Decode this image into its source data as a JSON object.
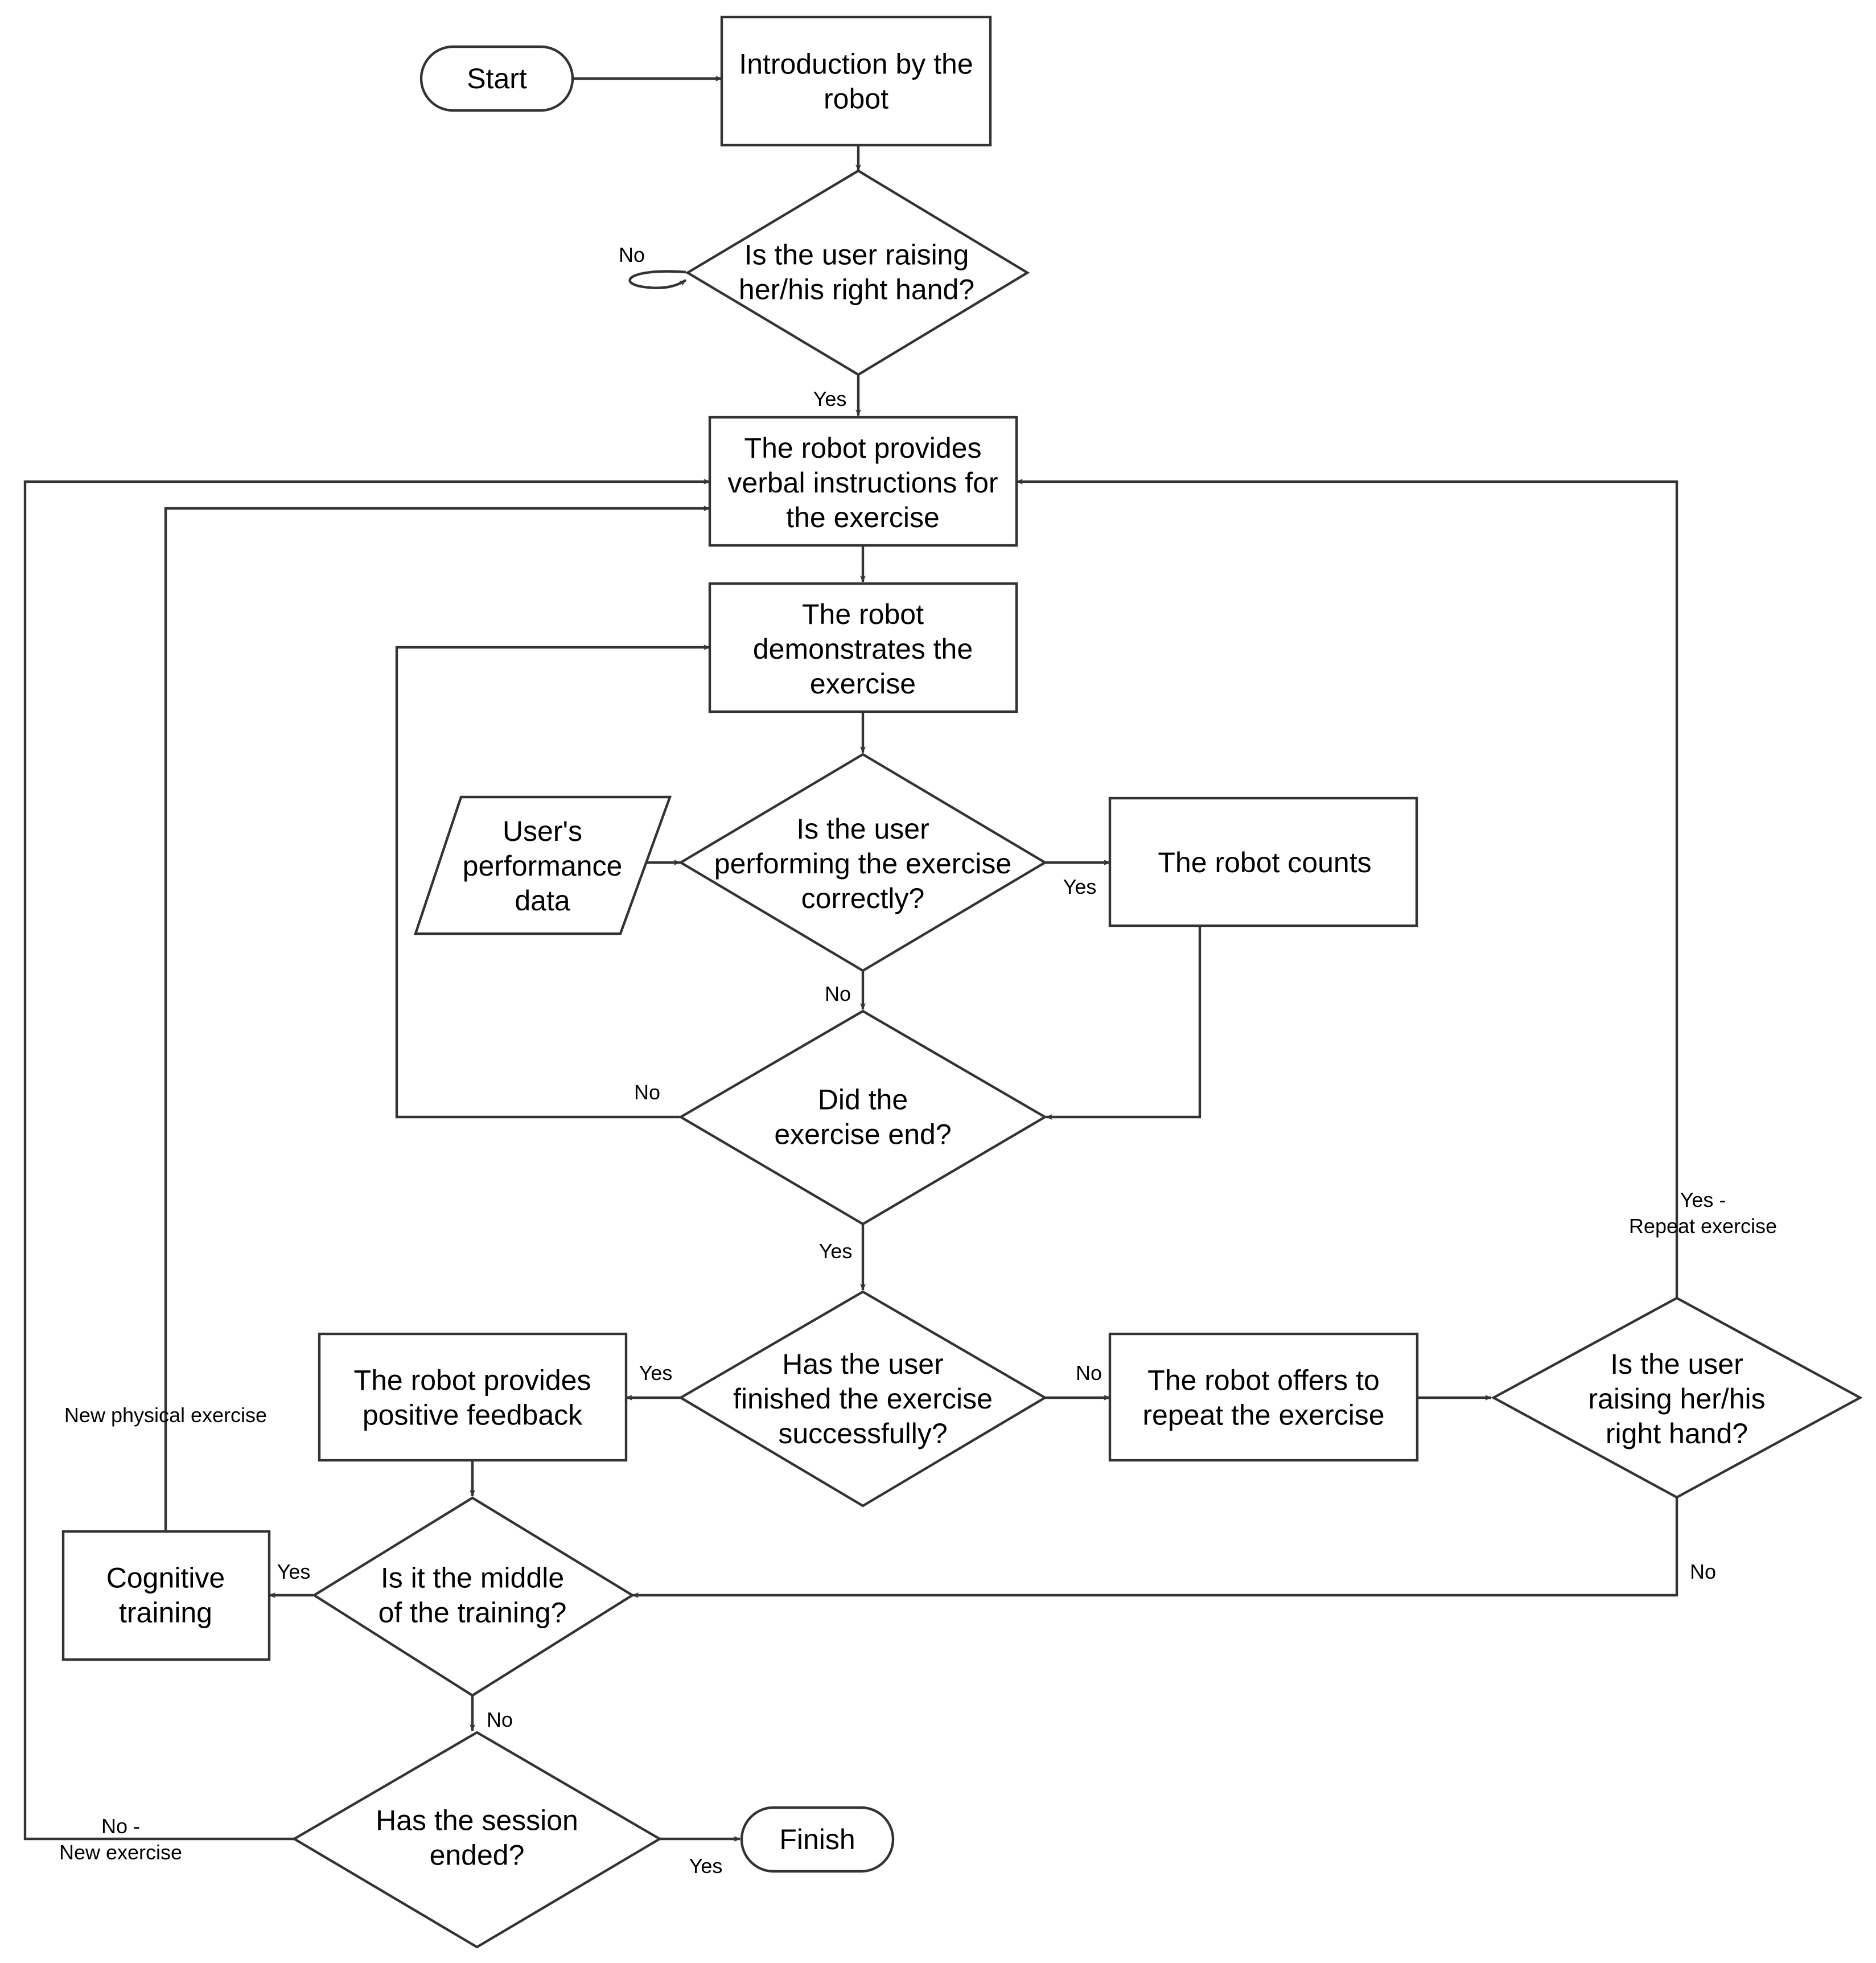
{
  "nodes": {
    "start": {
      "lines": [
        "Start"
      ]
    },
    "intro": {
      "lines": [
        "Introduction by the",
        "robot"
      ]
    },
    "raise1": {
      "lines": [
        "Is the user raising",
        "her/his right hand?"
      ]
    },
    "verbal": {
      "lines": [
        "The robot provides",
        "verbal instructions for",
        "the exercise"
      ]
    },
    "demo": {
      "lines": [
        "The robot",
        "demonstrates the",
        "exercise"
      ]
    },
    "perf_data": {
      "lines": [
        "User's",
        "performance",
        "data"
      ]
    },
    "correct": {
      "lines": [
        "Is the user",
        "performing the exercise",
        "correctly?"
      ]
    },
    "counts": {
      "lines": [
        "The robot counts"
      ]
    },
    "ended": {
      "lines": [
        "Did the",
        "exercise end?"
      ]
    },
    "finished": {
      "lines": [
        "Has the user",
        "finished the exercise",
        "successfully?"
      ]
    },
    "positive": {
      "lines": [
        "The robot provides",
        "positive feedback"
      ]
    },
    "offer": {
      "lines": [
        "The robot offers to",
        "repeat the exercise"
      ]
    },
    "raise2": {
      "lines": [
        "Is the user",
        "raising her/his",
        "right hand?"
      ]
    },
    "middle": {
      "lines": [
        "Is it the middle",
        "of the training?"
      ]
    },
    "cognitive": {
      "lines": [
        "Cognitive",
        "training"
      ]
    },
    "session": {
      "lines": [
        "Has the session",
        "ended?"
      ]
    },
    "finish": {
      "lines": [
        "Finish"
      ]
    }
  },
  "edge_labels": {
    "raise1_no": [
      "No"
    ],
    "raise1_yes": [
      "Yes"
    ],
    "correct_yes": [
      "Yes"
    ],
    "correct_no": [
      "No"
    ],
    "ended_no": [
      "No"
    ],
    "ended_yes": [
      "Yes"
    ],
    "finished_yes": [
      "Yes"
    ],
    "finished_no": [
      "No"
    ],
    "raise2_yes": [
      "Yes -",
      "Repeat exercise"
    ],
    "raise2_no": [
      "No"
    ],
    "new_physical": [
      "New physical exercise"
    ],
    "middle_yes": [
      "Yes"
    ],
    "middle_no": [
      "No"
    ],
    "session_no": [
      "No -",
      "New exercise"
    ],
    "session_yes": [
      "Yes"
    ]
  },
  "colors": {
    "stroke": "#333333",
    "fill": "#ffffff",
    "text": "#000000"
  }
}
